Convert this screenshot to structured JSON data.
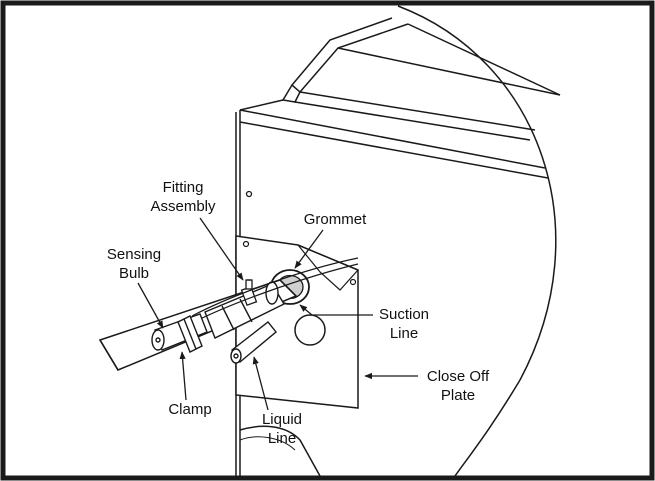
{
  "labels": {
    "fitting_1": "Fitting",
    "fitting_2": "Assembly",
    "grommet": "Grommet",
    "sensing_1": "Sensing",
    "sensing_2": "Bulb",
    "suction_1": "Suction",
    "suction_2": "Line",
    "close_1": "Close Off",
    "close_2": "Plate",
    "clamp": "Clamp",
    "liquid_1": "Liquid",
    "liquid_2": "Line"
  },
  "colors": {
    "frame": "#1a1a1a",
    "line": "#1a1a1a",
    "shade": "#7a7a7a",
    "fill": "#ffffff"
  }
}
